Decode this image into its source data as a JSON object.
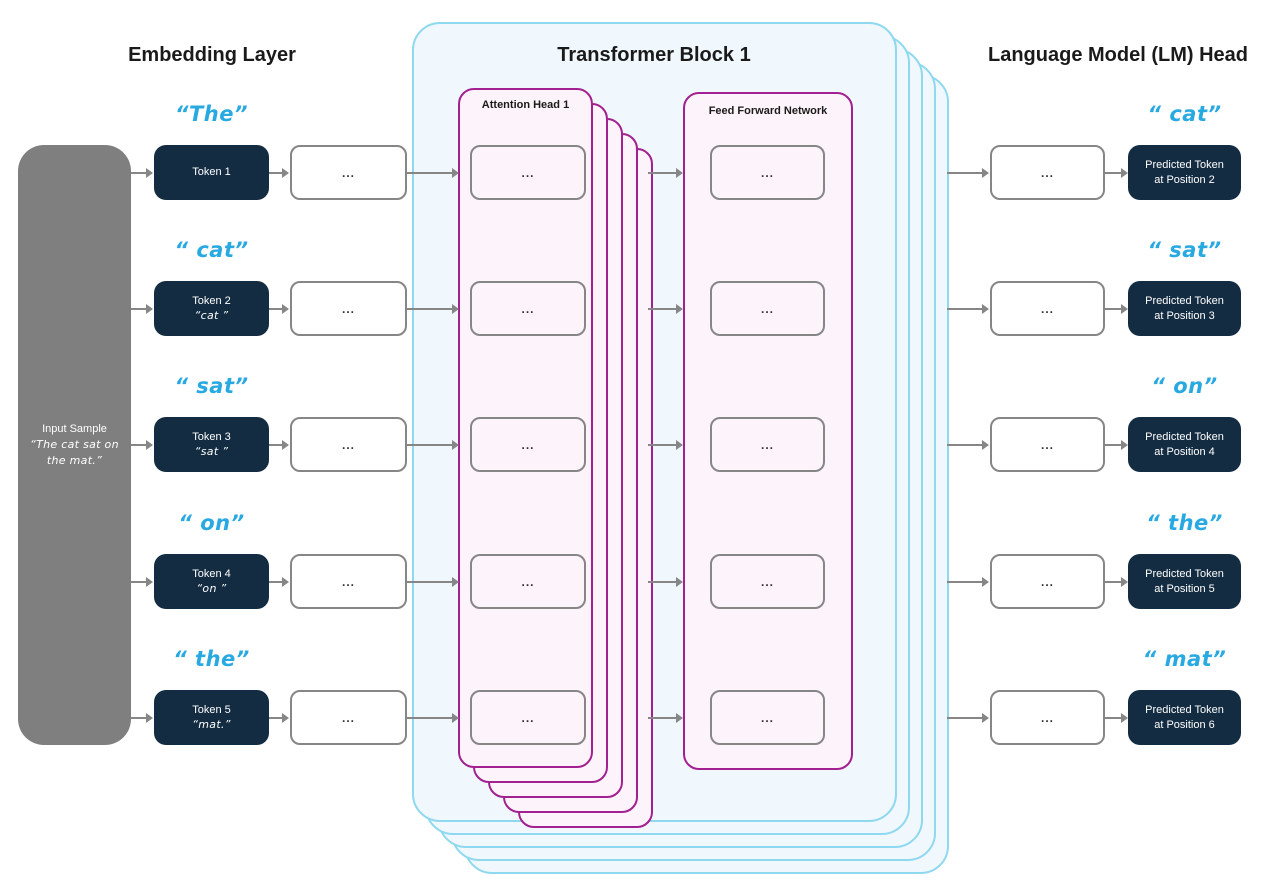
{
  "titles": {
    "embedding": "Embedding Layer",
    "transformer": "Transformer Block 1",
    "lm_head": "Language Model (LM) Head"
  },
  "transformer_block": {
    "attention_label": "Attention Head 1",
    "ffn_label": "Feed Forward Network",
    "stacked_cards": 5,
    "attention_stacked_cards": 5
  },
  "input_sample": {
    "title": "Input Sample",
    "quote": "“The cat sat on\nthe mat.”"
  },
  "ellipsis": "...",
  "rows": [
    {
      "input_word": "“The”",
      "token_title": "Token 1",
      "token_quote": "",
      "output_word": "“ cat”",
      "predicted": "Predicted Token\nat Position 2"
    },
    {
      "input_word": "“ cat”",
      "token_title": "Token 2",
      "token_quote": "“cat ”",
      "output_word": "“ sat”",
      "predicted": "Predicted Token\nat Position 3"
    },
    {
      "input_word": "“ sat”",
      "token_title": "Token 3",
      "token_quote": "“sat ”",
      "output_word": "“ on”",
      "predicted": "Predicted Token\nat Position 4"
    },
    {
      "input_word": "“ on”",
      "token_title": "Token 4",
      "token_quote": "“on ”",
      "output_word": "“ the”",
      "predicted": "Predicted Token\nat Position 5"
    },
    {
      "input_word": "“ the”",
      "token_title": "Token 5",
      "token_quote": "“mat.”",
      "output_word": "“ mat”",
      "predicted": "Predicted Token\nat Position 6"
    }
  ],
  "colors": {
    "token_box": "#132c42",
    "handwritten_text": "#29a9e2",
    "transformer_border": "#8ed8f0",
    "transformer_bg": "#f0f8fd",
    "inner_block_border": "#a2208f",
    "inner_block_bg": "#fdf3fa",
    "gray_box": "#7f7f7f",
    "arrow": "#868686"
  }
}
